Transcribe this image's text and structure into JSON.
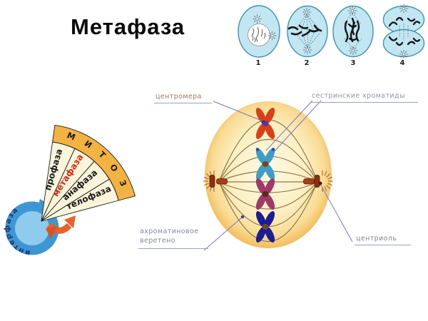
{
  "title": "Метафаза",
  "stage_strip": {
    "numbers": [
      "1",
      "2",
      "3",
      "4"
    ]
  },
  "phase_wheel": {
    "mitosis_arc_label": "МИТОЗ",
    "interphase_label": "интерфаза",
    "phases": [
      {
        "label": "профаза",
        "color": "#1a1a1a"
      },
      {
        "label": "метафаза",
        "color": "#e02810"
      },
      {
        "label": "анафаза",
        "color": "#1a1a1a"
      },
      {
        "label": "телофаза",
        "color": "#1a1a1a"
      }
    ]
  },
  "cell_labels": {
    "centromere": "центромера",
    "sister_chromatids": "сестринские хроматиды",
    "spindle_line1": "ахроматиновое",
    "spindle_line2": "веретено",
    "centriole": "центриоль"
  },
  "colors": {
    "chromosome_red": "#d84018",
    "chromosome_teal": "#3e9ec8",
    "chromosome_magenta": "#a03868",
    "chromosome_navy": "#1c1c96",
    "cell_center": "#fef9e6",
    "cell_edge": "#f0b455",
    "spindle_fiber": "#8a7a4e",
    "centriole": "#8c2e10",
    "stage_cell_fill": "#c2e7f2",
    "stage_cell_border": "#3e93ae",
    "wheel_sector_fill": "#fbf5dc",
    "wheel_band_fill": "#f2b343",
    "interphase_band": "#3e97d3",
    "interphase_inner": "#8fcbec",
    "interphase_text": "#1a3a78",
    "arrow_orange": "#e8622d",
    "leader_line": "#7878c8"
  }
}
